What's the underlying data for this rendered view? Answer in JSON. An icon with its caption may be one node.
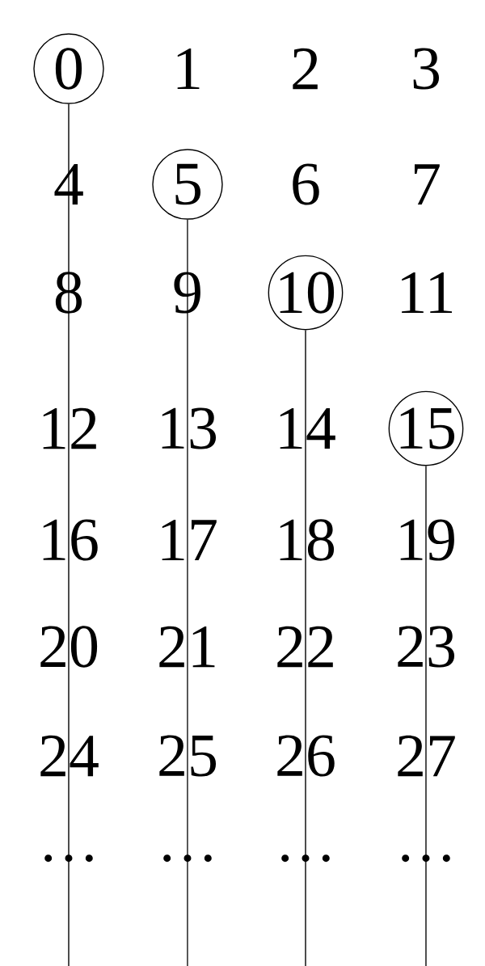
{
  "diagram": {
    "nodes": [
      {
        "text": [
          "0"
        ]
      },
      {
        "text": [
          "5"
        ]
      },
      {
        "text": [
          "10"
        ]
      },
      {
        "text": [
          "15"
        ]
      }
    ],
    "edges": [
      {
        "from": 0,
        "to": null,
        "arrow": "none"
      },
      {
        "from": 1,
        "to": null,
        "arrow": "none"
      },
      {
        "from": 2,
        "to": null,
        "arrow": "none"
      },
      {
        "from": 3,
        "to": null,
        "arrow": "none"
      }
    ],
    "labels": [
      "1",
      "2",
      "3",
      "4",
      "6",
      "7",
      "8",
      "9",
      "11",
      "12",
      "13",
      "14",
      "16",
      "17",
      "18",
      "19",
      "20",
      "21",
      "22",
      "23",
      "24",
      "25",
      "26",
      "27",
      "···",
      "···",
      "···",
      "···"
    ]
  }
}
